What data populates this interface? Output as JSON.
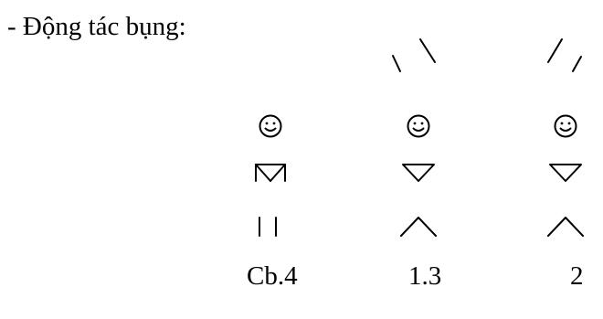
{
  "heading": "- Động tác bụng:",
  "figures": [
    {
      "label": "Cb.4",
      "arms": "none",
      "body": "triangle-with-bar",
      "legs": "together"
    },
    {
      "label": "1.3",
      "arms": "raised-left-diagonal",
      "body": "triangle",
      "legs": "apart"
    },
    {
      "label": "2",
      "arms": "raised-right-diagonal",
      "body": "triangle",
      "legs": "apart"
    }
  ],
  "colors": {
    "ink": "#000000",
    "background": "#ffffff"
  }
}
